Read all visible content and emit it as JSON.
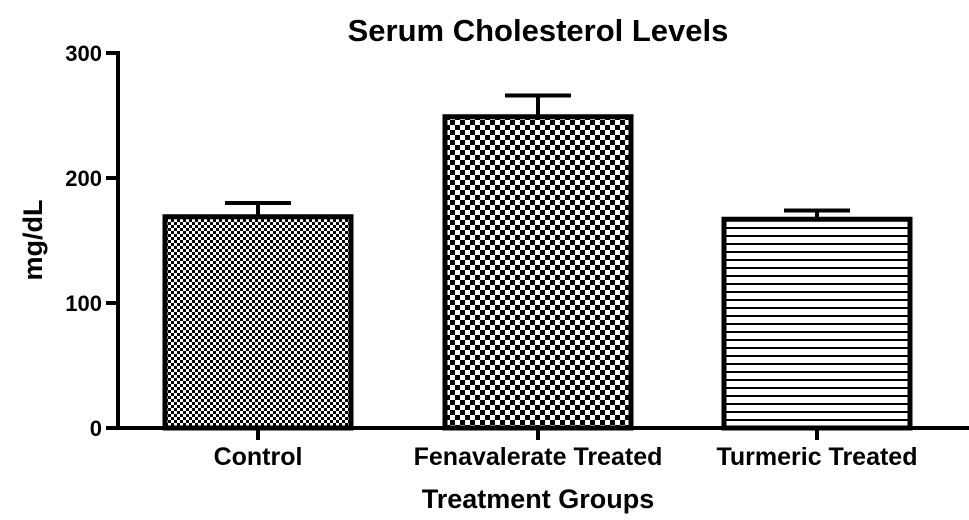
{
  "chart_data": {
    "type": "bar",
    "title": "Serum Cholesterol Levels",
    "xlabel": "Treatment Groups",
    "ylabel": "mg/dL",
    "ylim": [
      0,
      300
    ],
    "yticks": [
      0,
      100,
      200,
      300
    ],
    "categories": [
      "Control",
      "Fenavalerate Treated",
      "Turmeric Treated"
    ],
    "values": [
      169,
      249,
      167
    ],
    "errors": [
      11,
      17,
      7
    ],
    "patterns": [
      "fine-checker",
      "coarse-checker",
      "horizontal-lines"
    ],
    "grid": false,
    "legend": "none"
  },
  "colors": {
    "fill_dark": "#000000",
    "fill_light": "#ffffff"
  }
}
